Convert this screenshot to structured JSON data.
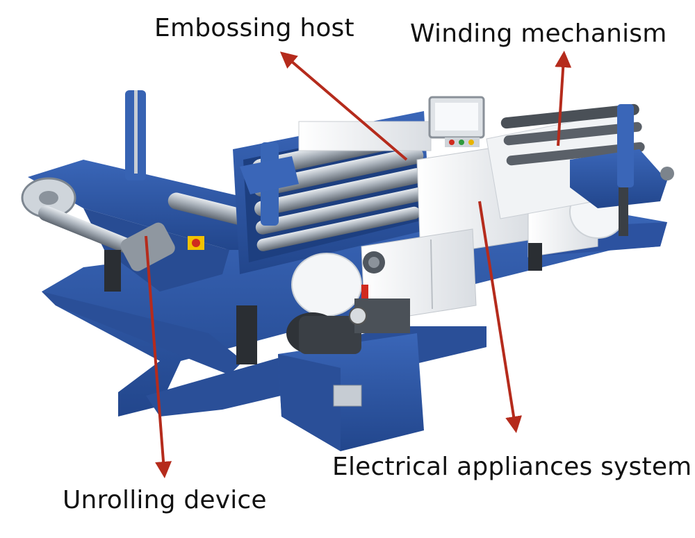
{
  "labels": {
    "embossing_host": "Embossing host",
    "winding_mechanism": "Winding mechanism",
    "electrical_appliances_system": "Electrical appliances system",
    "unrolling_device": "Unrolling device"
  },
  "colors": {
    "arrow": "#b52b1c",
    "frame_blue": "#2f58a6",
    "cabinet_white": "#eef0f2",
    "roller_steel": "#9aa3ad"
  }
}
